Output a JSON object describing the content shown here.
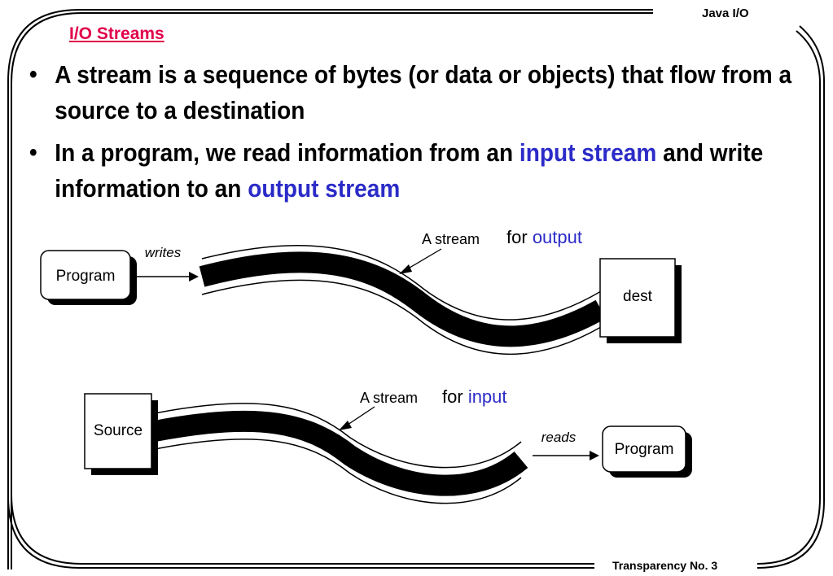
{
  "header": {
    "course": "Java I/O"
  },
  "slide": {
    "title": "I/O Streams",
    "bullets": [
      {
        "text": "A stream is a sequence of bytes (or data or objects) that flow from a source to a destination"
      },
      {
        "pre": "In a program, we read information from an ",
        "hl1": "input stream",
        "mid": " and write information to an ",
        "hl2": "output stream"
      }
    ]
  },
  "diagram_output": {
    "source_box": "Program",
    "arrow_label": "writes",
    "stream_label": "A stream",
    "for_text": "for",
    "for_highlight": "output",
    "dest_box": "dest"
  },
  "diagram_input": {
    "source_box": "Source",
    "arrow_label": "reads",
    "stream_label": "A stream",
    "for_text": "for",
    "for_highlight": "input",
    "dest_box": "Program"
  },
  "footer": {
    "label": "Transparency No. 3"
  },
  "colors": {
    "title": "#e0004a",
    "highlight": "#2b2bc8"
  }
}
